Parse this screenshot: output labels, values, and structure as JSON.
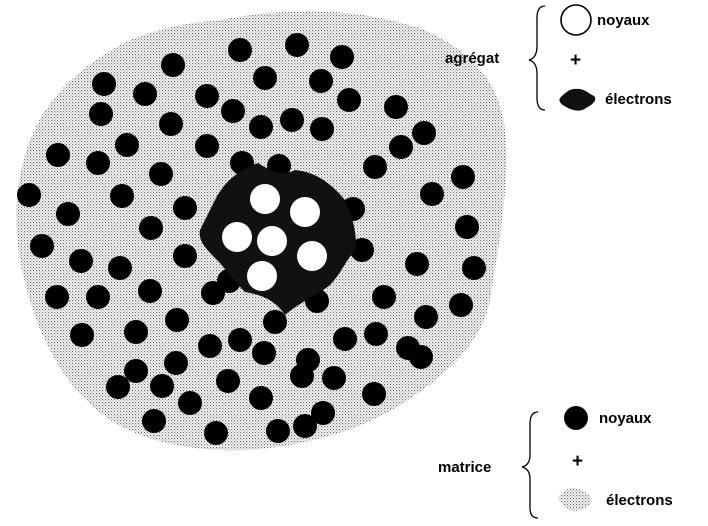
{
  "colors": {
    "matrix_dots": "#6a6a6a",
    "nucleus_dark": "#000000",
    "cluster_nucleus": "#ffffff",
    "cluster_cloud": "#111111"
  },
  "legend_agregat": {
    "group_label": "agrégat",
    "item1": "noyaux",
    "plus": "+",
    "item2": "électrons"
  },
  "legend_matrice": {
    "group_label": "matrice",
    "item1": "noyaux",
    "plus": "+",
    "item2": "électrons"
  }
}
